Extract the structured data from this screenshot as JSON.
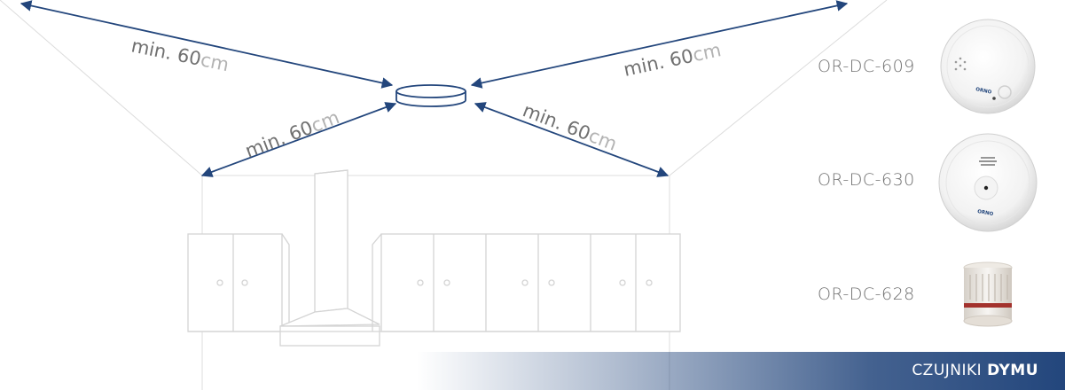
{
  "distance_labels": [
    {
      "prefix": "min. 60",
      "unit": "cm"
    },
    {
      "prefix": "min. 60",
      "unit": "cm"
    },
    {
      "prefix": "min. 60",
      "unit": "cm"
    },
    {
      "prefix": "min. 60",
      "unit": "cm"
    }
  ],
  "products": [
    {
      "model": "OR-DC-609",
      "brand_mark": "ORNO"
    },
    {
      "model": "OR-DC-630",
      "brand_mark": "ORNO"
    },
    {
      "model": "OR-DC-628"
    }
  ],
  "banner": {
    "light": "CZUJNIKI ",
    "bold": "DYMU"
  },
  "colors": {
    "arrow": "#23467c",
    "sketch_line": "#d9d9d9",
    "label_text": "#707070",
    "unit_text": "#b3b3b3",
    "banner": "#23467c"
  }
}
